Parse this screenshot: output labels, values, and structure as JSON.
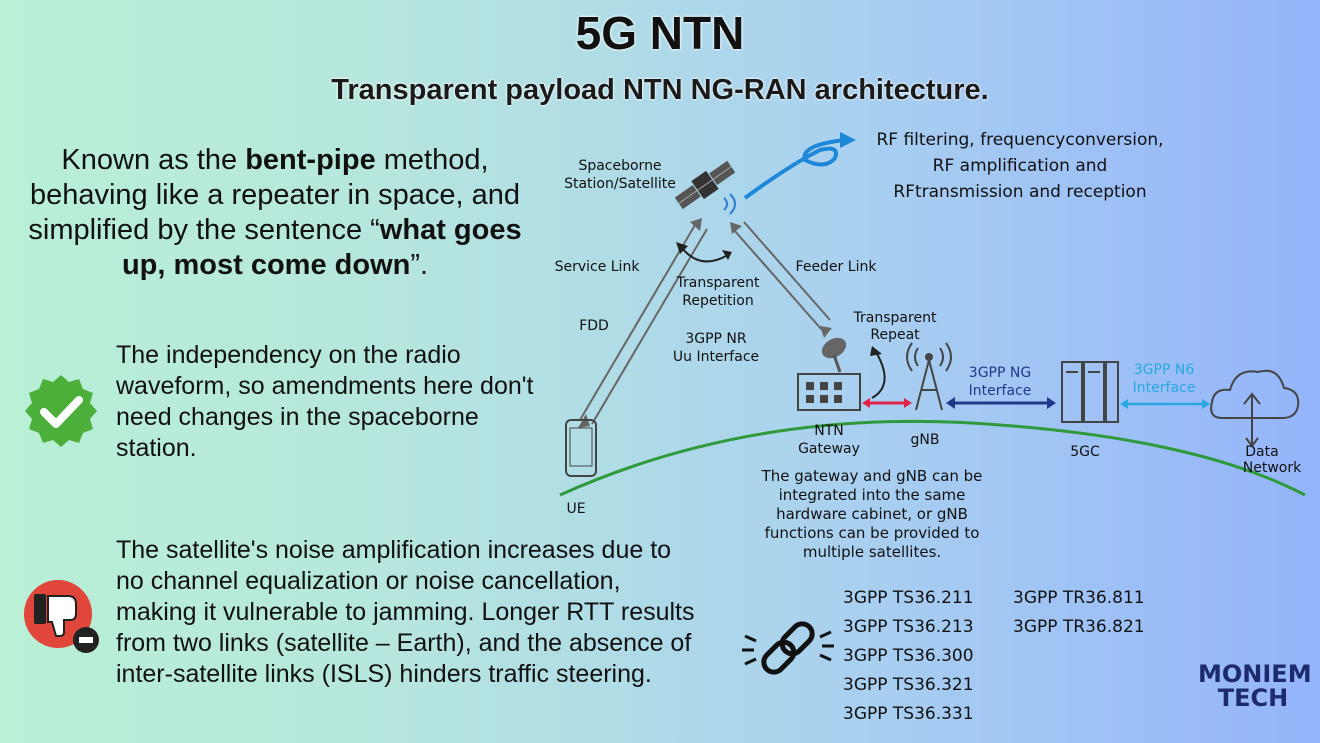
{
  "header": {
    "title": "5G NTN",
    "subtitle": "Transparent payload NTN NG-RAN architecture."
  },
  "intro": {
    "part1": "Known as the ",
    "bold1": "bent-pipe",
    "part2": " method, behaving like a repeater in space, and simplified by the sentence “",
    "bold2": "what goes up, most come down",
    "part3": "”."
  },
  "points": [
    {
      "type": "pro",
      "icon": "check-badge-icon",
      "color": "#4caf3a",
      "text": "The independency on the radio waveform, so amendments here don't need changes in the spaceborne station."
    },
    {
      "type": "con",
      "icon": "thumbs-down-icon",
      "color": "#e0463a",
      "text": "The satellite's noise amplification increases due to no channel equalization or noise cancellation, making it vulnerable to jamming. Longer RTT results from two links (satellite – Earth), and the absence of inter-satellite links (ISLS) hinders traffic steering."
    }
  ],
  "diagram": {
    "satellite_label_1": "Spaceborne",
    "satellite_label_2": "Station/Satellite",
    "payload_note_1": "RF filtering, frequencyconversion,",
    "payload_note_2": "RF amplification and",
    "payload_note_3": "RFtransmission and reception",
    "service_link": "Service Link",
    "feeder_link": "Feeder Link",
    "transparent_repetition_1": "Transparent",
    "transparent_repetition_2": "Repetition",
    "fdd": "FDD",
    "nr_uu_1": "3GPP NR",
    "nr_uu_2": "Uu Interface",
    "transparent_repeat_1": "Transparent",
    "transparent_repeat_2": "Repeat",
    "ng_interface_1": "3GPP NG",
    "ng_interface_2": "Interface",
    "n6_interface_1": "3GPP N6",
    "n6_interface_2": "Interface",
    "ue": "UE",
    "ntn_gateway_1": "NTN",
    "ntn_gateway_2": "Gateway",
    "gnb": "gNB",
    "core": "5GC",
    "data_network_1": "Data",
    "data_network_2": "Network",
    "gateway_note_1": "The gateway and gNB can be",
    "gateway_note_2": "integrated into the same",
    "gateway_note_3": "hardware cabinet, or gNB",
    "gateway_note_4": "functions can be provided to",
    "gateway_note_5": "multiple satellites.",
    "colors": {
      "ground": "#2e9a3c",
      "ng_link": "#1e3a8a",
      "n6_link": "#29a8e0",
      "gw_link": "#e0224a",
      "swirl": "#1e88d8"
    }
  },
  "references": {
    "icon": "link-chain-icon",
    "col1": [
      "3GPP TS36.211",
      "3GPP TS36.213",
      "3GPP TS36.300",
      "3GPP TS36.321",
      "3GPP TS36.331"
    ],
    "col2": [
      "3GPP TR36.811",
      "3GPP TR36.821"
    ]
  },
  "logo": {
    "line1": "MONIEM",
    "line2": "TECH"
  }
}
